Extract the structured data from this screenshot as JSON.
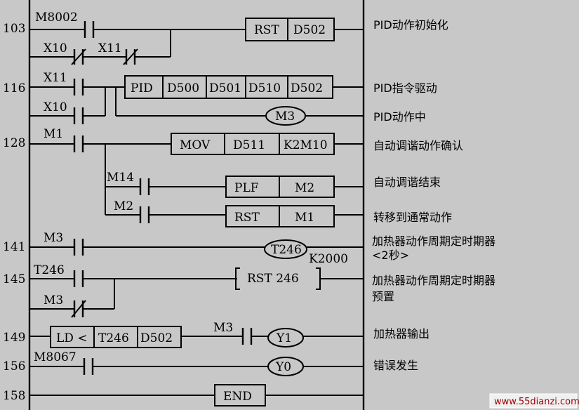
{
  "steps": [
    "103",
    "116",
    "128",
    "141",
    "145",
    "149",
    "156",
    "158"
  ],
  "contacts": {
    "m8002": "M8002",
    "x10a": "X10",
    "x11a": "X11",
    "x11b": "X11",
    "x10b": "X10",
    "m1": "M1",
    "m14": "M14",
    "m2": "M2",
    "m3a": "M3",
    "t246": "T246",
    "m3b": "M3",
    "m3c": "M3",
    "m8067": "M8067"
  },
  "instructions": {
    "rst_d502": [
      "RST",
      "D502"
    ],
    "pid": [
      "PID",
      "D500",
      "D501",
      "D510",
      "D502"
    ],
    "mov": [
      "MOV",
      "D511",
      "K2M10"
    ],
    "plf": [
      "PLF",
      "M2"
    ],
    "rst_m1": [
      "RST",
      "M1"
    ],
    "rst246": "RST  246",
    "ld_lt": [
      "LD <",
      "T246",
      "D502"
    ],
    "end": "END"
  },
  "coils": {
    "m3": "M3",
    "t246": "T246",
    "t246_const": "K2000",
    "y1": "Y1",
    "y0": "Y0"
  },
  "comments": [
    "PID动作初始化",
    "PID指令驱动",
    "PID动作中",
    "自动调谐动作确认",
    "自动调谐结束",
    "转移到通常动作",
    "加热器动作周期定时期器",
    "<2秒>",
    "加热器动作周期定时期器",
    "预置",
    "加热器输出",
    "错误发生"
  ],
  "watermark": "www.55dianzi.com"
}
